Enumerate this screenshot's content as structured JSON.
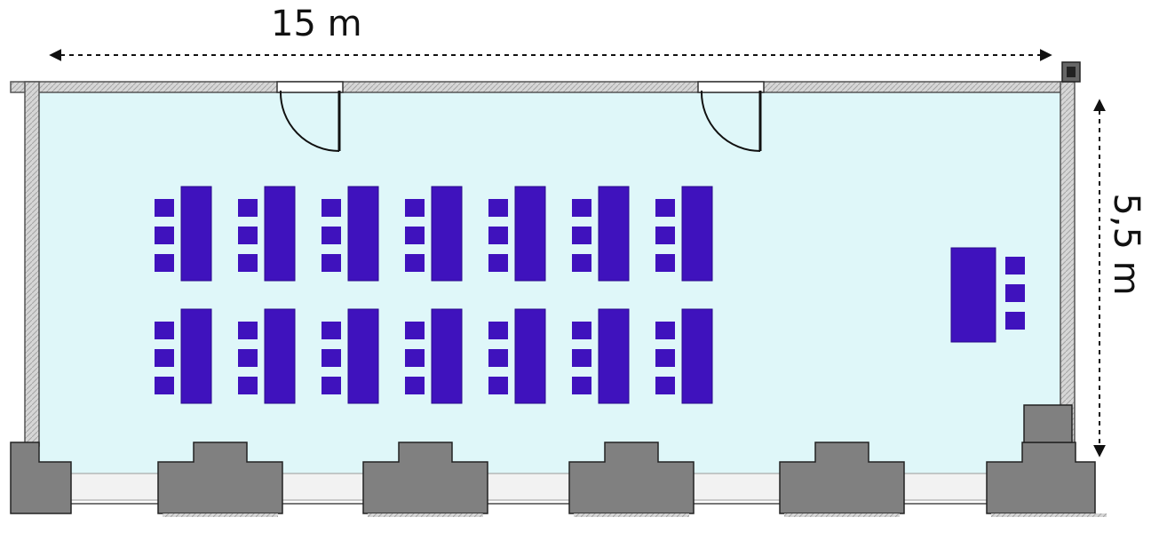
{
  "dimensions": {
    "width_label": "15 m",
    "depth_label": "5,5 m"
  },
  "layout": {
    "desk_rows": 2,
    "desk_columns": 7,
    "chairs_per_desk": 3,
    "doors": 2,
    "window_piers": 6
  },
  "colors": {
    "floor": "#dff7f9",
    "wall": "#c4c4c4",
    "furniture": "#3f12bd",
    "pillar": "#808080",
    "dimension_line": "#111111"
  }
}
